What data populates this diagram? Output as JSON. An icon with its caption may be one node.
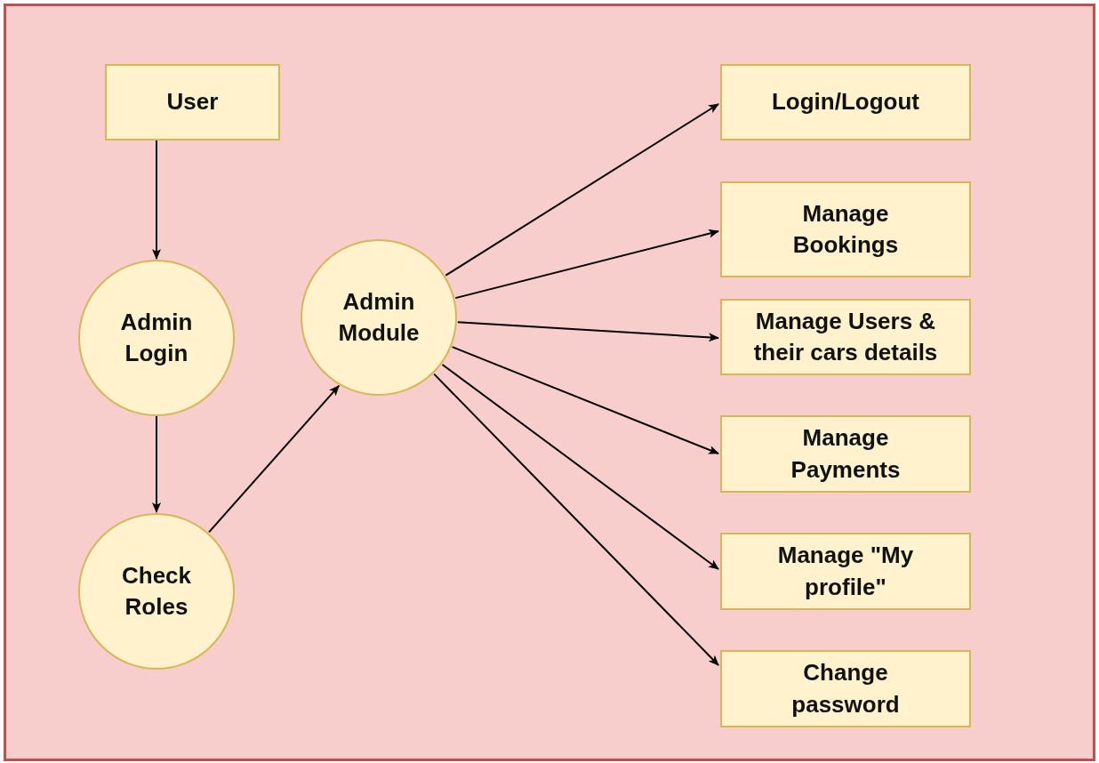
{
  "diagram": {
    "nodes": [
      {
        "text": [
          "User"
        ]
      },
      {
        "text": [
          "Admin Login"
        ]
      },
      {
        "text": [
          "Check Roles"
        ]
      },
      {
        "text": [
          "Admin Module"
        ]
      },
      {
        "text": [
          "Login/Logout"
        ]
      },
      {
        "text": [
          "Manage Bookings"
        ]
      },
      {
        "text": [
          "Manage Users & their cars details"
        ]
      },
      {
        "text": [
          "Manage Payments"
        ]
      },
      {
        "text": [
          "Manage \"My profile\""
        ]
      },
      {
        "text": [
          "Change password"
        ]
      }
    ],
    "edges": [
      {
        "from": 0,
        "to": 1,
        "arrow": "to"
      },
      {
        "from": 1,
        "to": 2,
        "arrow": "to"
      },
      {
        "from": 2,
        "to": 3,
        "arrow": "to"
      },
      {
        "from": 3,
        "to": 4,
        "arrow": "to"
      },
      {
        "from": 3,
        "to": 5,
        "arrow": "to"
      },
      {
        "from": 3,
        "to": 6,
        "arrow": "to"
      },
      {
        "from": 3,
        "to": 7,
        "arrow": "to"
      },
      {
        "from": 3,
        "to": 8,
        "arrow": "to"
      },
      {
        "from": 3,
        "to": 9,
        "arrow": "to"
      }
    ]
  }
}
